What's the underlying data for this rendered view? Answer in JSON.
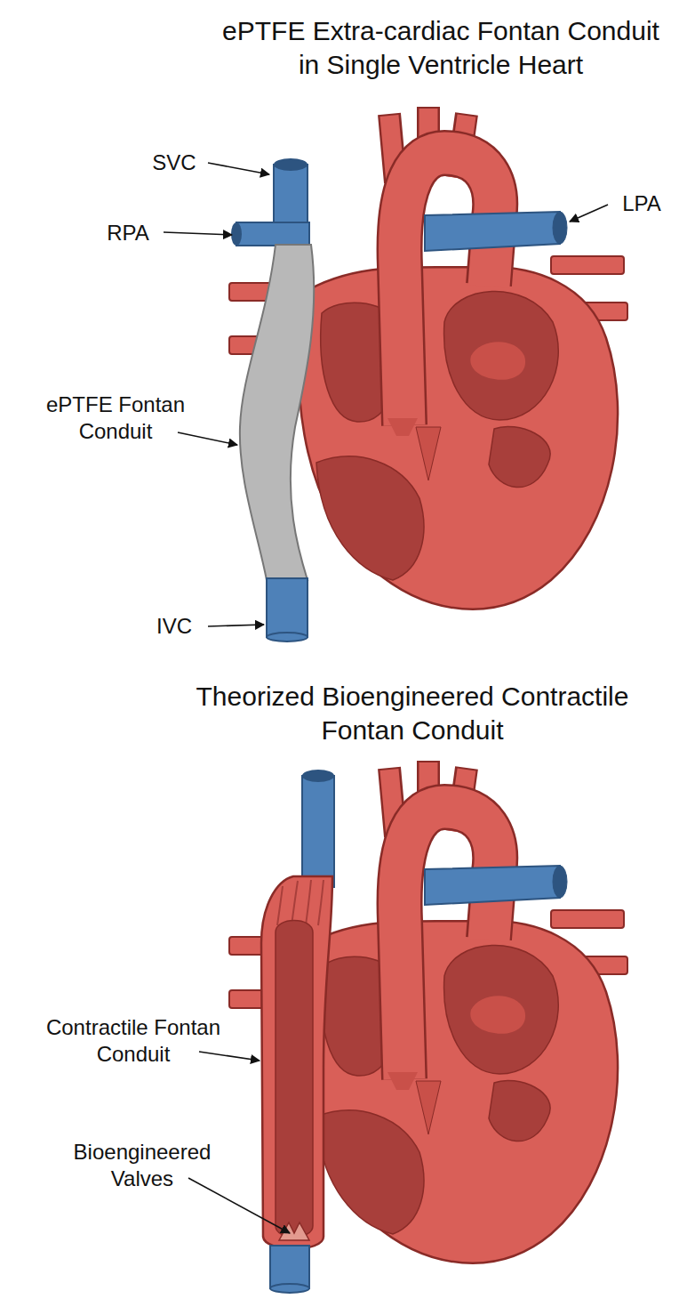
{
  "diagram": {
    "title": "ePTFE Extra-cardiac Fontan Conduit in Single Ventricle Heart",
    "labels": [
      "SVC",
      "RPA",
      "LPA",
      "ePTFE Fontan Conduit",
      "IVC",
      "Theorized Bioengineered Contractile Fontan Conduit",
      "Contractile Fontan Conduit",
      "Bioengineered Valves"
    ]
  }
}
